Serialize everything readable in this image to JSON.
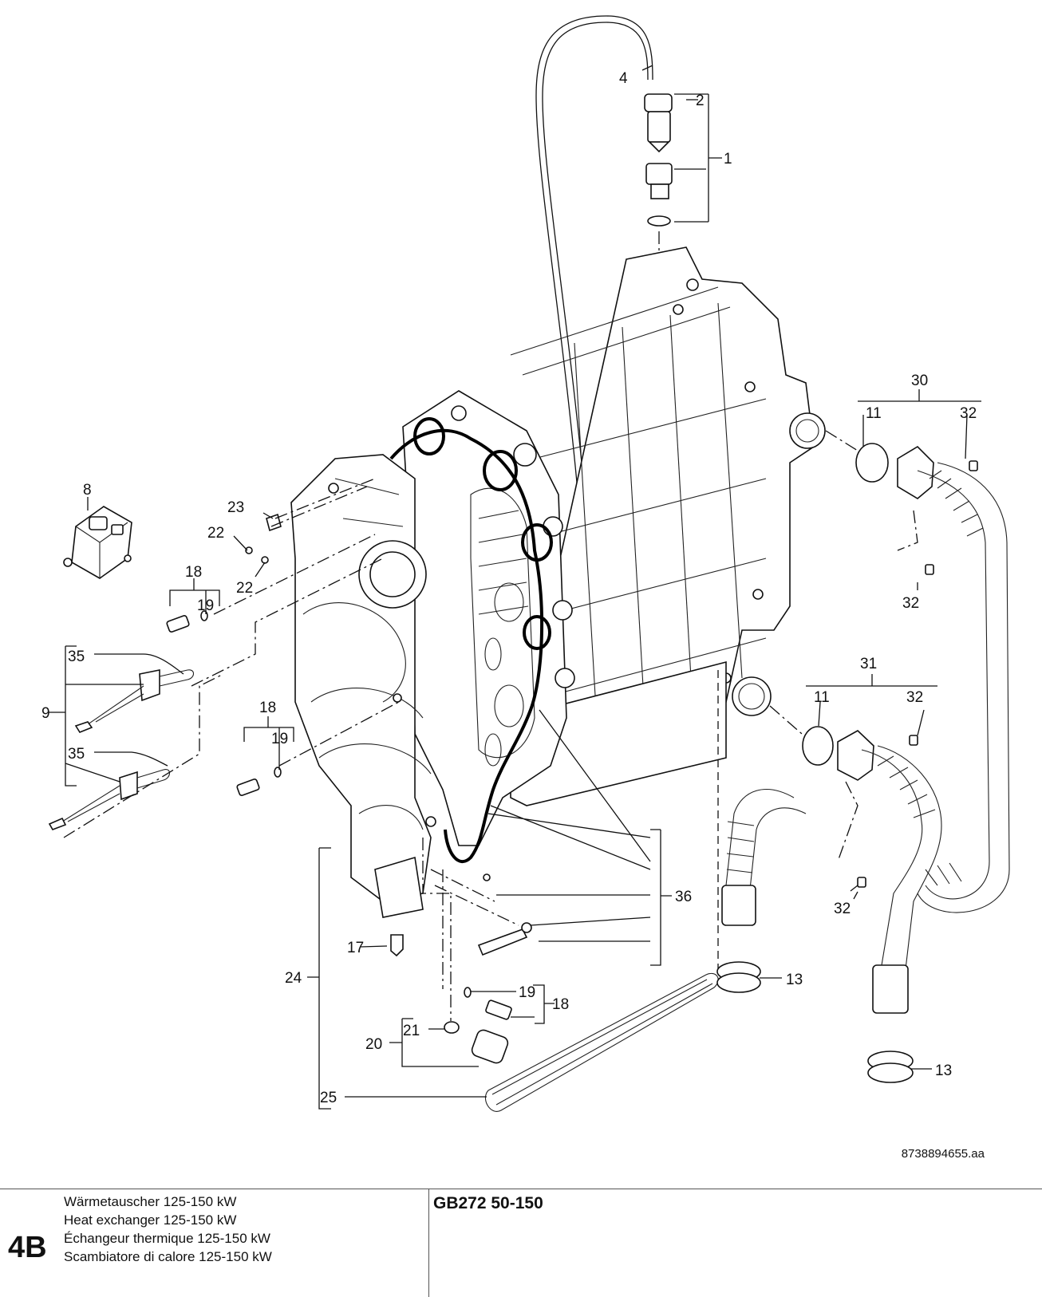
{
  "drawing_code": "8738894655.aa",
  "section_code": "4B",
  "model": "GB272 50-150",
  "titles": {
    "de": "Wärmetauscher 125-150 kW",
    "en": "Heat exchanger 125-150 kW",
    "fr": "Échangeur thermique 125-150 kW",
    "it": "Scambiatore di calore 125-150 kW"
  },
  "callouts": {
    "c1": "1",
    "c2": "2",
    "c4": "4",
    "c8": "8",
    "c9": "9",
    "c11a": "11",
    "c11b": "11",
    "c13a": "13",
    "c13b": "13",
    "c17": "17",
    "c18a": "18",
    "c18b": "18",
    "c18c": "18",
    "c19a": "19",
    "c19b": "19",
    "c19c": "19",
    "c20": "20",
    "c21": "21",
    "c22a": "22",
    "c22b": "22",
    "c23": "23",
    "c24": "24",
    "c25": "25",
    "c30": "30",
    "c31": "31",
    "c32a": "32",
    "c32b": "32",
    "c32c": "32",
    "c32d": "32",
    "c35a": "35",
    "c35b": "35",
    "c36": "36"
  }
}
